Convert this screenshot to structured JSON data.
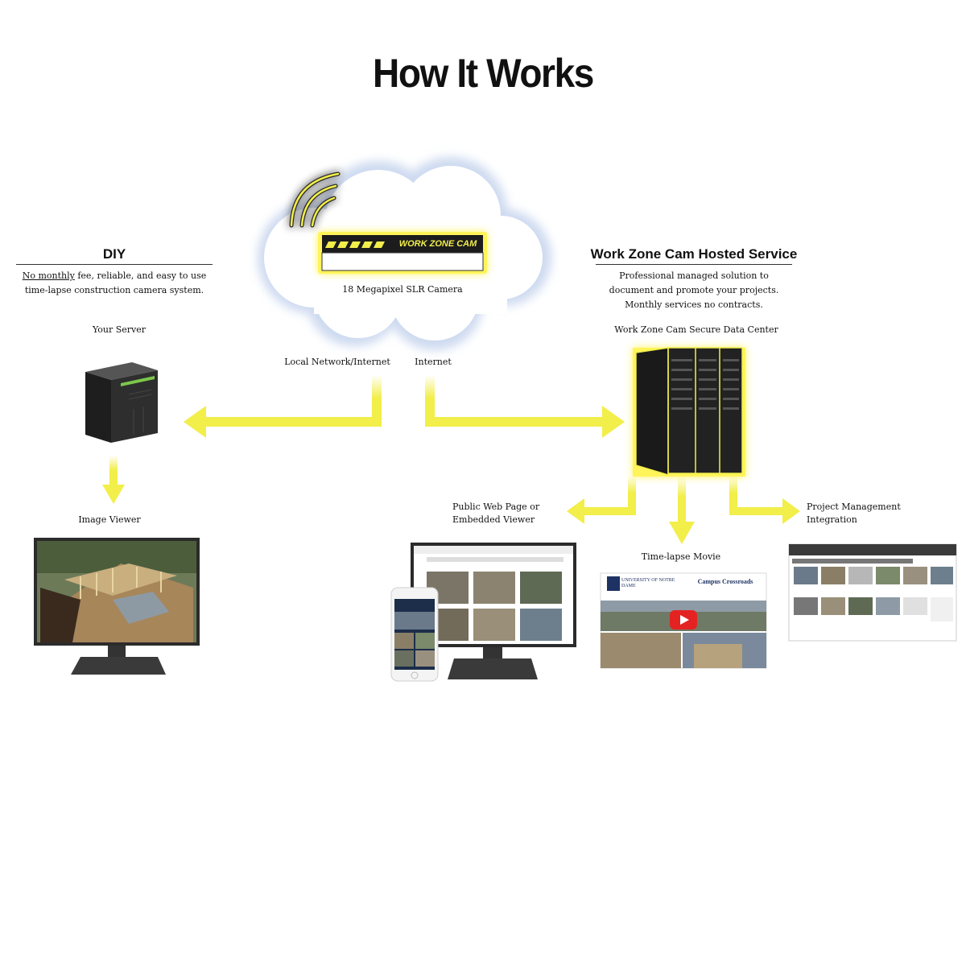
{
  "title": "How It Works",
  "camera": {
    "brand": "WORK ZONE CAM",
    "label": "18 Megapixel SLR Camera"
  },
  "diy": {
    "heading": "DIY",
    "desc_underlined": "No monthly",
    "desc_line1_rest": " fee, reliable, and easy to use",
    "desc_line2": "time-lapse construction camera system.",
    "server_label": "Your Server",
    "viewer_label": "Image Viewer"
  },
  "hosted": {
    "heading": "Work Zone Cam Hosted Service",
    "desc_line1": "Professional managed solution to",
    "desc_line2": "document and promote your projects.",
    "desc_line3": "Monthly services no contracts.",
    "datacenter_label": "Work Zone Cam Secure Data Center"
  },
  "links": {
    "local": "Local Network/Internet",
    "internet": "Internet"
  },
  "outputs": {
    "web_line1": "Public Web Page or",
    "web_line2": "Embedded Viewer",
    "movie": "Time-lapse Movie",
    "pm_line1": "Project Management",
    "pm_line2": "Integration",
    "movie_brand": "UNIVERSITY OF NOTRE DAME",
    "movie_title": "Campus Crossroads"
  },
  "colors": {
    "accent": "#f2ee4a",
    "glow": "#fff45a",
    "server": "#2a2a2a"
  }
}
